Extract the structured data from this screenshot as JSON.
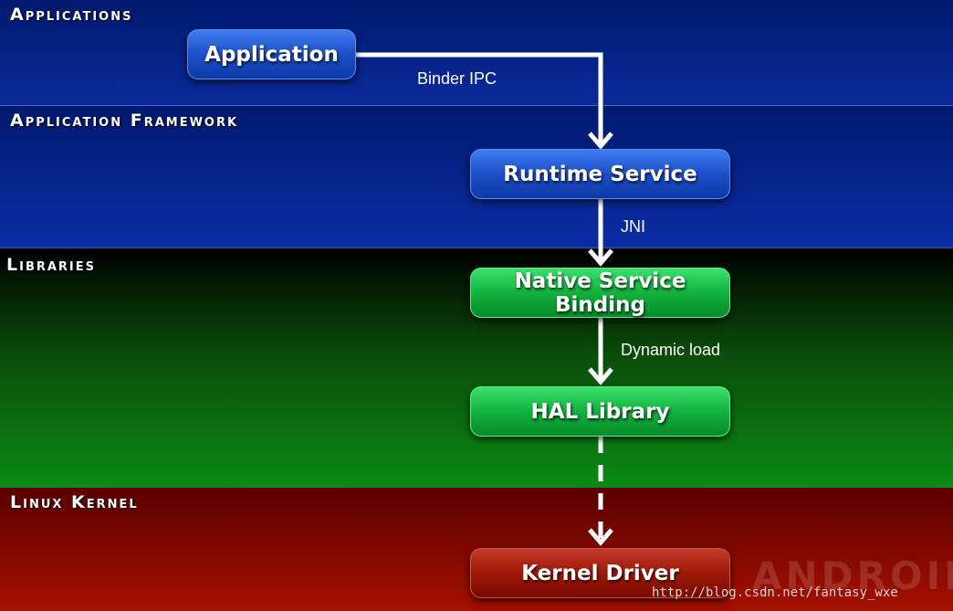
{
  "layers": {
    "applications": "Applications",
    "framework": "Application Framework",
    "libraries": "Libraries",
    "kernel": "Linux Kernel"
  },
  "nodes": {
    "application": "Application",
    "runtime_service": "Runtime Service",
    "native_service_binding": "Native Service Binding",
    "hal_library": "HAL Library",
    "kernel_driver": "Kernel Driver"
  },
  "edges": {
    "binder_ipc": "Binder IPC",
    "jni": "JNI",
    "dynamic_load": "Dynamic load"
  },
  "watermark": {
    "logo": "ANDROID",
    "url": "http://blog.csdn.net/fantasy_wxe"
  },
  "colors": {
    "applications_layer": "#0a2a9a",
    "framework_layer": "#0b2ca4",
    "libraries_layer": "#0b8a14",
    "kernel_layer": "#a51000",
    "blue_node": "#1c4fc9",
    "green_node": "#12b33e",
    "red_node": "#9e1808",
    "arrow": "#ffffff"
  }
}
